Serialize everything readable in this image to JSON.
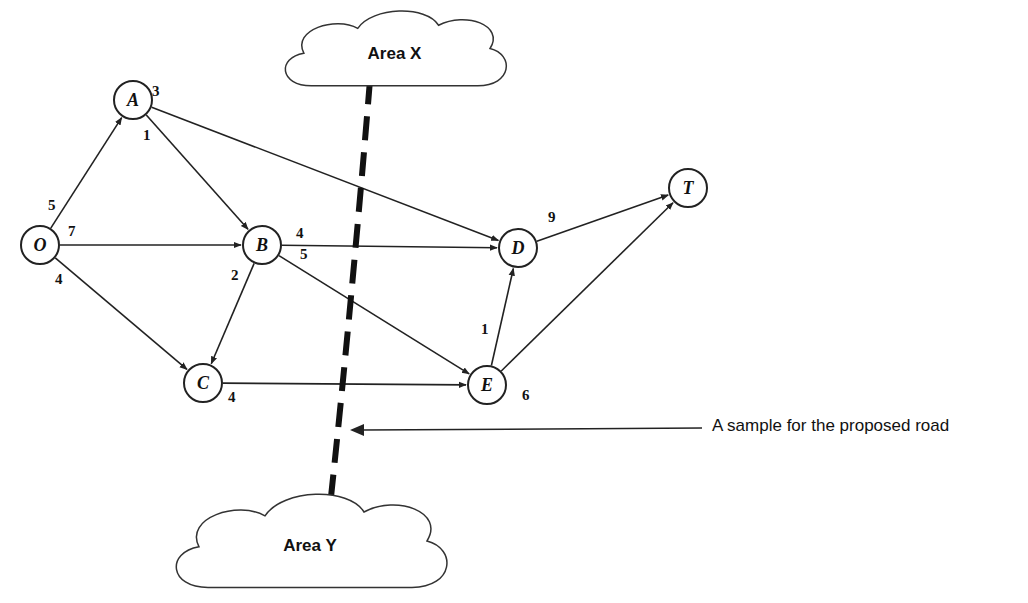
{
  "diagram": {
    "nodes": [
      {
        "text": [
          "O"
        ]
      },
      {
        "text": [
          "A"
        ]
      },
      {
        "text": [
          "B"
        ]
      },
      {
        "text": [
          "C"
        ]
      },
      {
        "text": [
          "D"
        ]
      },
      {
        "text": [
          "E"
        ]
      },
      {
        "text": [
          "T"
        ]
      },
      {
        "text": [
          "Area X"
        ]
      },
      {
        "text": [
          "Area Y"
        ]
      }
    ],
    "edges": [
      {
        "from": 0,
        "to": 1,
        "arrow": "to",
        "label": "5"
      },
      {
        "from": 0,
        "to": 2,
        "arrow": "to",
        "label": "7"
      },
      {
        "from": 0,
        "to": 3,
        "arrow": "to",
        "label": "4"
      },
      {
        "from": 1,
        "to": 2,
        "arrow": "to",
        "label": "1"
      },
      {
        "from": 1,
        "to": 4,
        "arrow": "to",
        "label": "3"
      },
      {
        "from": 2,
        "to": 4,
        "arrow": "to",
        "label": "4"
      },
      {
        "from": 2,
        "to": 5,
        "arrow": "to",
        "label": "5"
      },
      {
        "from": 2,
        "to": 3,
        "arrow": "to",
        "label": "2"
      },
      {
        "from": 3,
        "to": 5,
        "arrow": "to",
        "label": "4"
      },
      {
        "from": 5,
        "to": 4,
        "arrow": "to",
        "label": "1"
      },
      {
        "from": 4,
        "to": 6,
        "arrow": "to",
        "label": "9"
      },
      {
        "from": 5,
        "to": 6,
        "arrow": "to",
        "label": "6"
      },
      {
        "from": 7,
        "to": 8,
        "arrow": "none"
      }
    ],
    "labels": [
      "A sample for the proposed road"
    ]
  }
}
